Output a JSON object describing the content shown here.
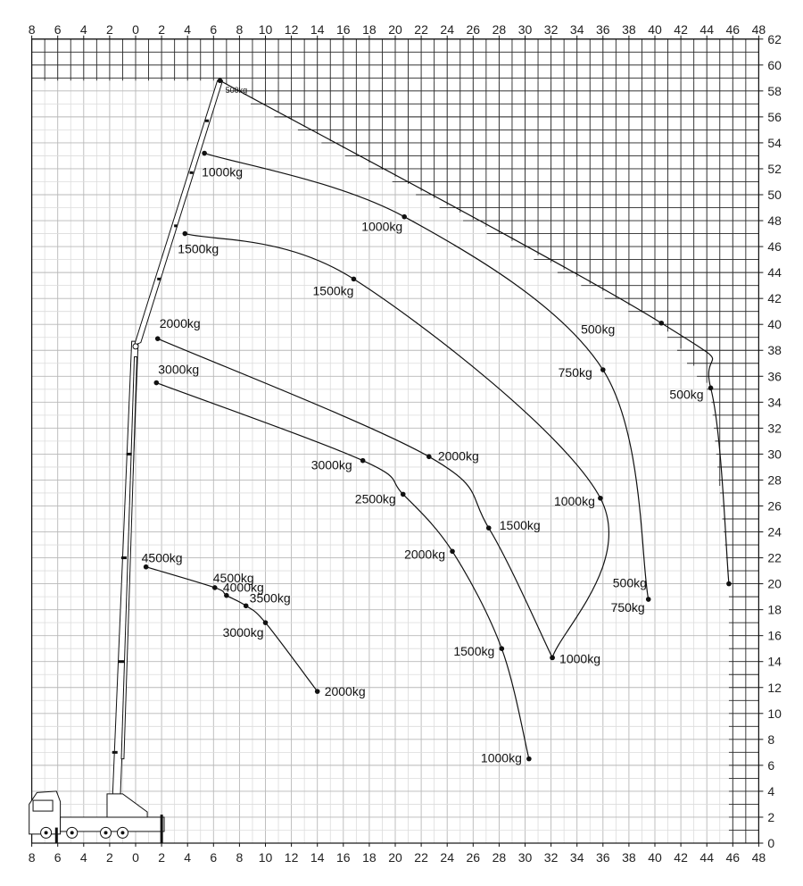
{
  "chart_data": {
    "type": "line",
    "title": "",
    "xlabel": "",
    "ylabel": "",
    "xlim": [
      -8,
      48
    ],
    "ylim": [
      0,
      62
    ],
    "x_ticks": [
      8,
      6,
      4,
      2,
      0,
      2,
      4,
      6,
      8,
      10,
      12,
      14,
      16,
      18,
      20,
      22,
      24,
      26,
      28,
      30,
      32,
      34,
      36,
      38,
      40,
      42,
      44,
      46,
      48
    ],
    "y_ticks": [
      0,
      2,
      4,
      6,
      8,
      10,
      12,
      14,
      16,
      18,
      20,
      22,
      24,
      26,
      28,
      30,
      32,
      34,
      36,
      38,
      40,
      42,
      44,
      46,
      48,
      50,
      52,
      54,
      56,
      58,
      60,
      62
    ],
    "series": [
      {
        "points": [
          [
            6.5,
            58.8
          ],
          [
            40.5,
            40.1
          ],
          [
            44.3,
            35.1
          ],
          [
            45.7,
            20.0
          ]
        ],
        "labels": [
          "500kg",
          "500kg",
          "500kg",
          "500kg"
        ]
      },
      {
        "points": [
          [
            5.3,
            53.2
          ],
          [
            20.7,
            48.3
          ],
          [
            36.0,
            36.5
          ],
          [
            39.5,
            18.8
          ]
        ],
        "labels": [
          "1000kg",
          "1000kg",
          "750kg",
          "750kg"
        ]
      },
      {
        "points": [
          [
            3.8,
            47.0
          ],
          [
            16.8,
            43.5
          ],
          [
            35.8,
            26.6
          ],
          [
            32.1,
            14.3
          ]
        ],
        "labels": [
          "1500kg",
          "1500kg",
          "1000kg",
          "1000kg"
        ]
      },
      {
        "points": [
          [
            1.7,
            38.9
          ],
          [
            22.6,
            29.8
          ],
          [
            27.2,
            24.3
          ],
          [
            32.1,
            14.3
          ]
        ],
        "labels": [
          "2000kg",
          "2000kg",
          "1500kg",
          ""
        ]
      },
      {
        "points": [
          [
            1.6,
            35.5
          ],
          [
            17.5,
            29.5
          ],
          [
            20.6,
            26.9
          ],
          [
            24.4,
            22.5
          ],
          [
            28.2,
            15.0
          ],
          [
            30.3,
            6.5
          ]
        ],
        "labels": [
          "3000kg",
          "3000kg",
          "2500kg",
          "2000kg",
          "1500kg",
          "1000kg"
        ]
      },
      {
        "points": [
          [
            0.8,
            21.3
          ],
          [
            6.1,
            19.7
          ],
          [
            7.0,
            19.1
          ],
          [
            8.5,
            18.3
          ],
          [
            10.0,
            17.0
          ],
          [
            14.0,
            11.7
          ]
        ],
        "labels": [
          "4500kg",
          "4500kg",
          "4000kg",
          "3500kg",
          "3000kg",
          "2000kg"
        ]
      }
    ]
  }
}
